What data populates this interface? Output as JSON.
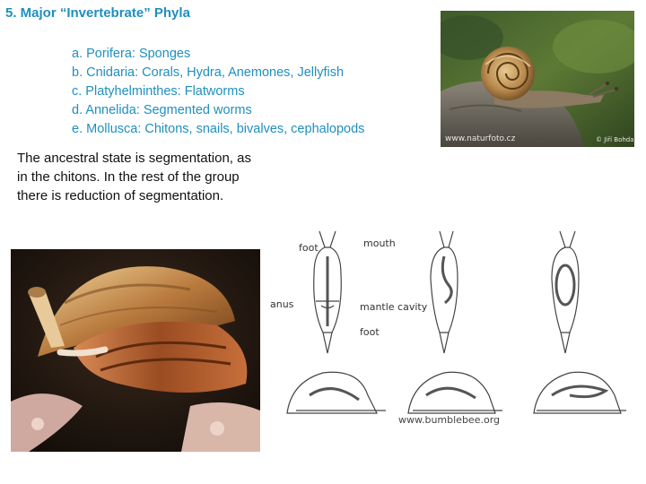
{
  "slide": {
    "title": "5. Major “Invertebrate” Phyla",
    "phyla": [
      "a. Porifera: Sponges",
      "b. Cnidaria: Corals, Hydra, Anemones, Jellyfish",
      "c. Platyhelminthes: Flatworms",
      "d. Annelida: Segmented worms",
      "e. Mollusca: Chitons, snails, bivalves, cephalopods"
    ],
    "body_lines": [
      "The ancestral state is segmentation, as",
      "in the chitons.  In the rest of the group",
      "there is reduction of segmentation."
    ]
  },
  "snail_photo": {
    "credit_left": "www.naturfoto.cz",
    "credit_right": "© Jiří Bohdal"
  },
  "diagram": {
    "labels": {
      "foot_top": "foot",
      "mouth": "mouth",
      "anus": "anus",
      "mantle_cavity": "mantle cavity",
      "foot_bottom": "foot"
    },
    "watermark": "www.bumblebee.org"
  },
  "colors": {
    "title": "#1f8fbf",
    "list": "#1f8fbf",
    "body_text": "#111111"
  }
}
